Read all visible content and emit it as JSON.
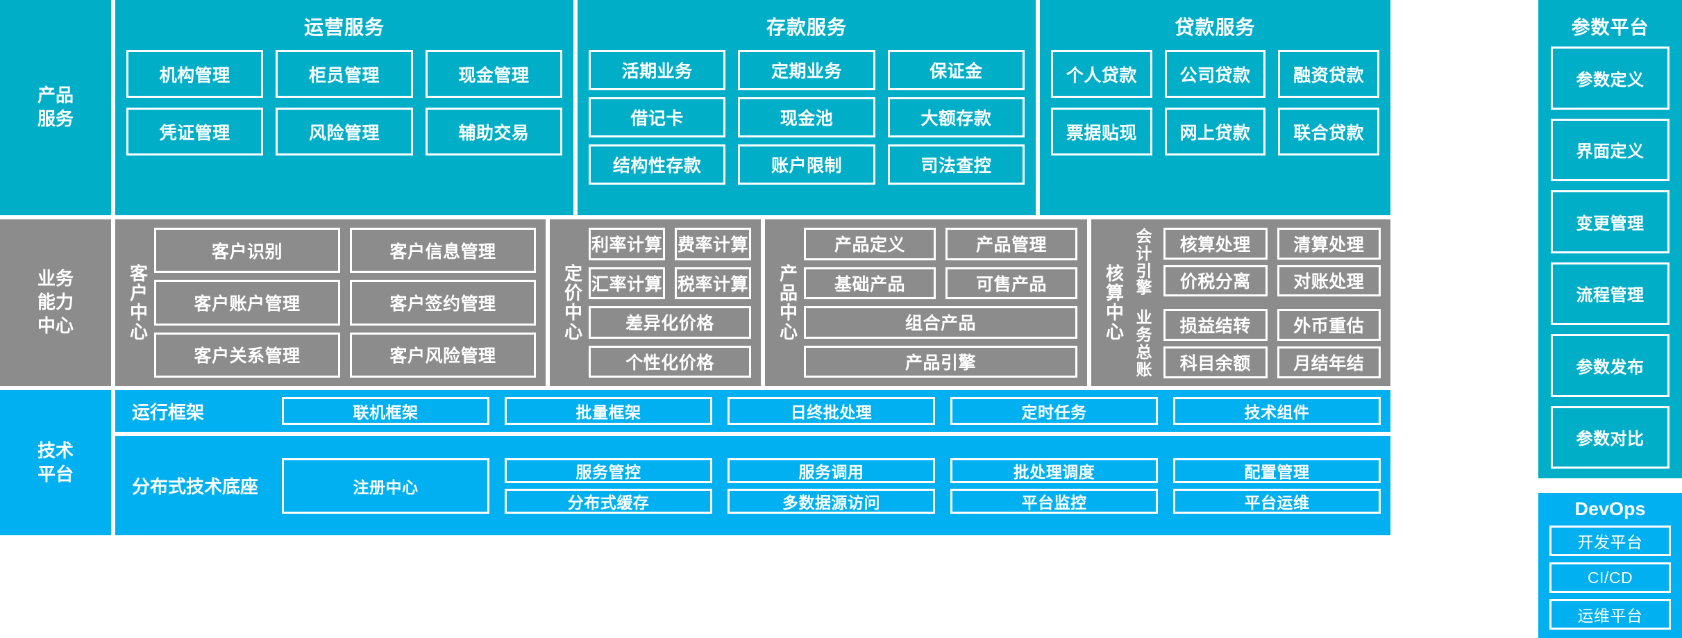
{
  "colors": {
    "teal": "#00AEC7",
    "gray": "#8C8C8C",
    "blue": "#00B0F0",
    "border": "#FFFFFF",
    "text": "#FFFFFF"
  },
  "layers": {
    "product_service": {
      "rail_label": "产品\n服务",
      "groups": [
        {
          "title": "运营服务",
          "tiles": [
            "机构管理",
            "柜员管理",
            "现金管理",
            "凭证管理",
            "风险管理",
            "辅助交易"
          ]
        },
        {
          "title": "存款服务",
          "tiles": [
            "活期业务",
            "定期业务",
            "保证金",
            "借记卡",
            "现金池",
            "大额存款",
            "结构性存款",
            "账户限制",
            "司法查控"
          ]
        },
        {
          "title": "贷款服务",
          "tiles": [
            "个人贷款",
            "公司贷款",
            "融资贷款",
            "票据贴现",
            "网上贷款",
            "联合贷款"
          ]
        }
      ]
    },
    "business_capability": {
      "rail_label": "业务\n能力\n中心",
      "centers": [
        {
          "name": "客户中心",
          "tiles": [
            "客户识别",
            "客户信息管理",
            "客户账户管理",
            "客户签约管理",
            "客户关系管理",
            "客户风险管理"
          ]
        },
        {
          "name": "定价中心",
          "tiles": [
            "利率计算",
            "费率计算",
            "汇率计算",
            "税率计算"
          ],
          "wide_tiles": [
            "差异化价格",
            "个性化价格"
          ]
        },
        {
          "name": "产品中心",
          "tiles": [
            "产品定义",
            "产品管理",
            "基础产品",
            "可售产品"
          ],
          "wide_tiles": [
            "组合产品",
            "产品引擎"
          ]
        },
        {
          "name": "核算中心",
          "subgroups": [
            {
              "name": "会计引擎",
              "tiles": [
                "核算处理",
                "清算处理",
                "价税分离",
                "对账处理"
              ]
            },
            {
              "name": "业务总账",
              "tiles": [
                "损益结转",
                "外币重估",
                "科目余额",
                "月结年结"
              ]
            }
          ]
        }
      ]
    },
    "technology_platform": {
      "rail_label": "技术\n平台",
      "rows": [
        {
          "name": "运行框架",
          "tiles": [
            "联机框架",
            "批量框架",
            "日终批处理",
            "定时任务",
            "技术组件"
          ]
        },
        {
          "name": "分布式技术底座",
          "anchor_tile": "注册中心",
          "tiles": [
            "服务管控",
            "服务调用",
            "批处理调度",
            "配置管理",
            "分布式缓存",
            "多数据源访问",
            "平台监控",
            "平台运维"
          ]
        }
      ]
    }
  },
  "side_panels": {
    "parameter_platform": {
      "title": "参数平台",
      "items": [
        "参数定义",
        "界面定义",
        "变更管理",
        "流程管理",
        "参数发布",
        "参数对比"
      ]
    },
    "devops": {
      "title": "DevOps",
      "items": [
        "开发平台",
        "CI/CD",
        "运维平台"
      ]
    }
  }
}
